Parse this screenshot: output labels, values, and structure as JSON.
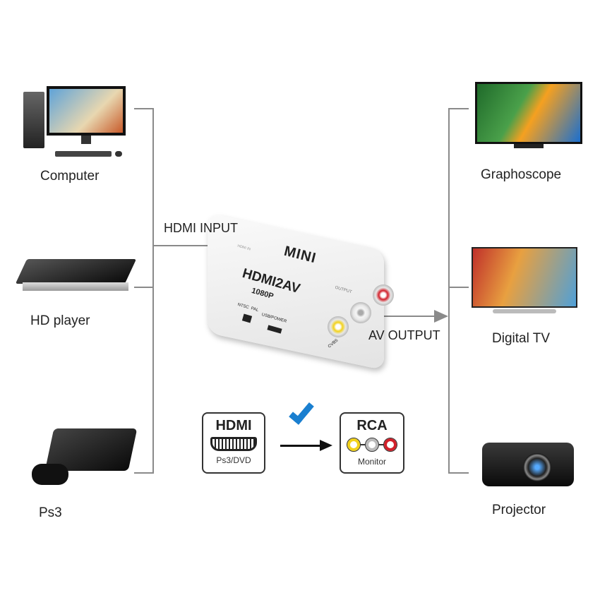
{
  "sources": [
    {
      "label": "Computer"
    },
    {
      "label": "HD player"
    },
    {
      "label": "Ps3"
    }
  ],
  "outputs": [
    {
      "label": "Graphoscope"
    },
    {
      "label": "Digital TV"
    },
    {
      "label": "Projector"
    }
  ],
  "input_label": "HDMI INPUT",
  "output_label": "AV OUTPUT",
  "device": {
    "brand": "MINI",
    "model": "HDMI2AV",
    "resolution": "1080P",
    "port_hdmi": "HDMI IN",
    "port_output": "OUTPUT",
    "switch": "NTSC  PAL",
    "power": "USB/POWER",
    "cvbs": "CVBS"
  },
  "legend": {
    "left_title": "HDMI",
    "left_sub": "Ps3/DVD",
    "right_title": "RCA",
    "right_sub": "Monitor"
  },
  "colors": {
    "line": "#8a8a8a",
    "check": "#1a7fd0",
    "yellow": "#f2d21b",
    "red": "#d2202a"
  }
}
